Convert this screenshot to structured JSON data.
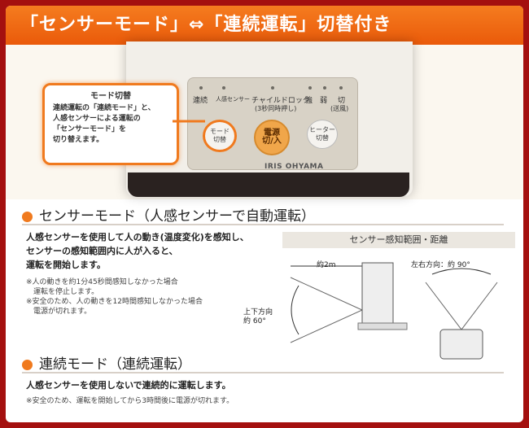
{
  "banner": {
    "title": "「センサーモード」⇔「連続運転」切替付き"
  },
  "callout": {
    "title": "モード切替",
    "lines": [
      "連続運転の「連続モード」と、",
      "人感センサーによる運転の",
      "「センサーモード」を",
      "切り替えます。"
    ]
  },
  "panel": {
    "labels": [
      "連続",
      "人感センサー",
      "チャイルドロック",
      "(3秒同時押し)",
      "強",
      "弱",
      "切",
      "(送風)"
    ],
    "mode_button": [
      "モード",
      "切替"
    ],
    "power_button": [
      "電源",
      "切/入"
    ],
    "heater_button": [
      "ヒーター",
      "切替"
    ],
    "brand": "IRIS OHYAMA"
  },
  "sensor_mode": {
    "heading": "センサーモード（人感センサーで自動運転）",
    "body": [
      "人感センサーを使用して人の動き(温度変化)を感知し、",
      "センサーの感知範囲内に人が入ると、",
      "運転を開始します。"
    ],
    "notes": [
      "※人の動きを約1分45秒間感知しなかった場合",
      "　運転を停止します。",
      "※安全のため、人の動きを12時間感知しなかった場合",
      "　電源が切れます。"
    ]
  },
  "range": {
    "title": "センサー感知範囲・距離",
    "distance": "約2m",
    "vertical": [
      "上下方向",
      "約 60°"
    ],
    "horizontal": "左右方向：約 90°"
  },
  "continuous_mode": {
    "heading": "連続モード（連続運転）",
    "body": "人感センサーを使用しないで連続的に運転します。",
    "note": "※安全のため、運転を開始してから3時間後に電源が切れます。"
  },
  "colors": {
    "accent": "#f07a1e",
    "frame": "#a4100f"
  }
}
